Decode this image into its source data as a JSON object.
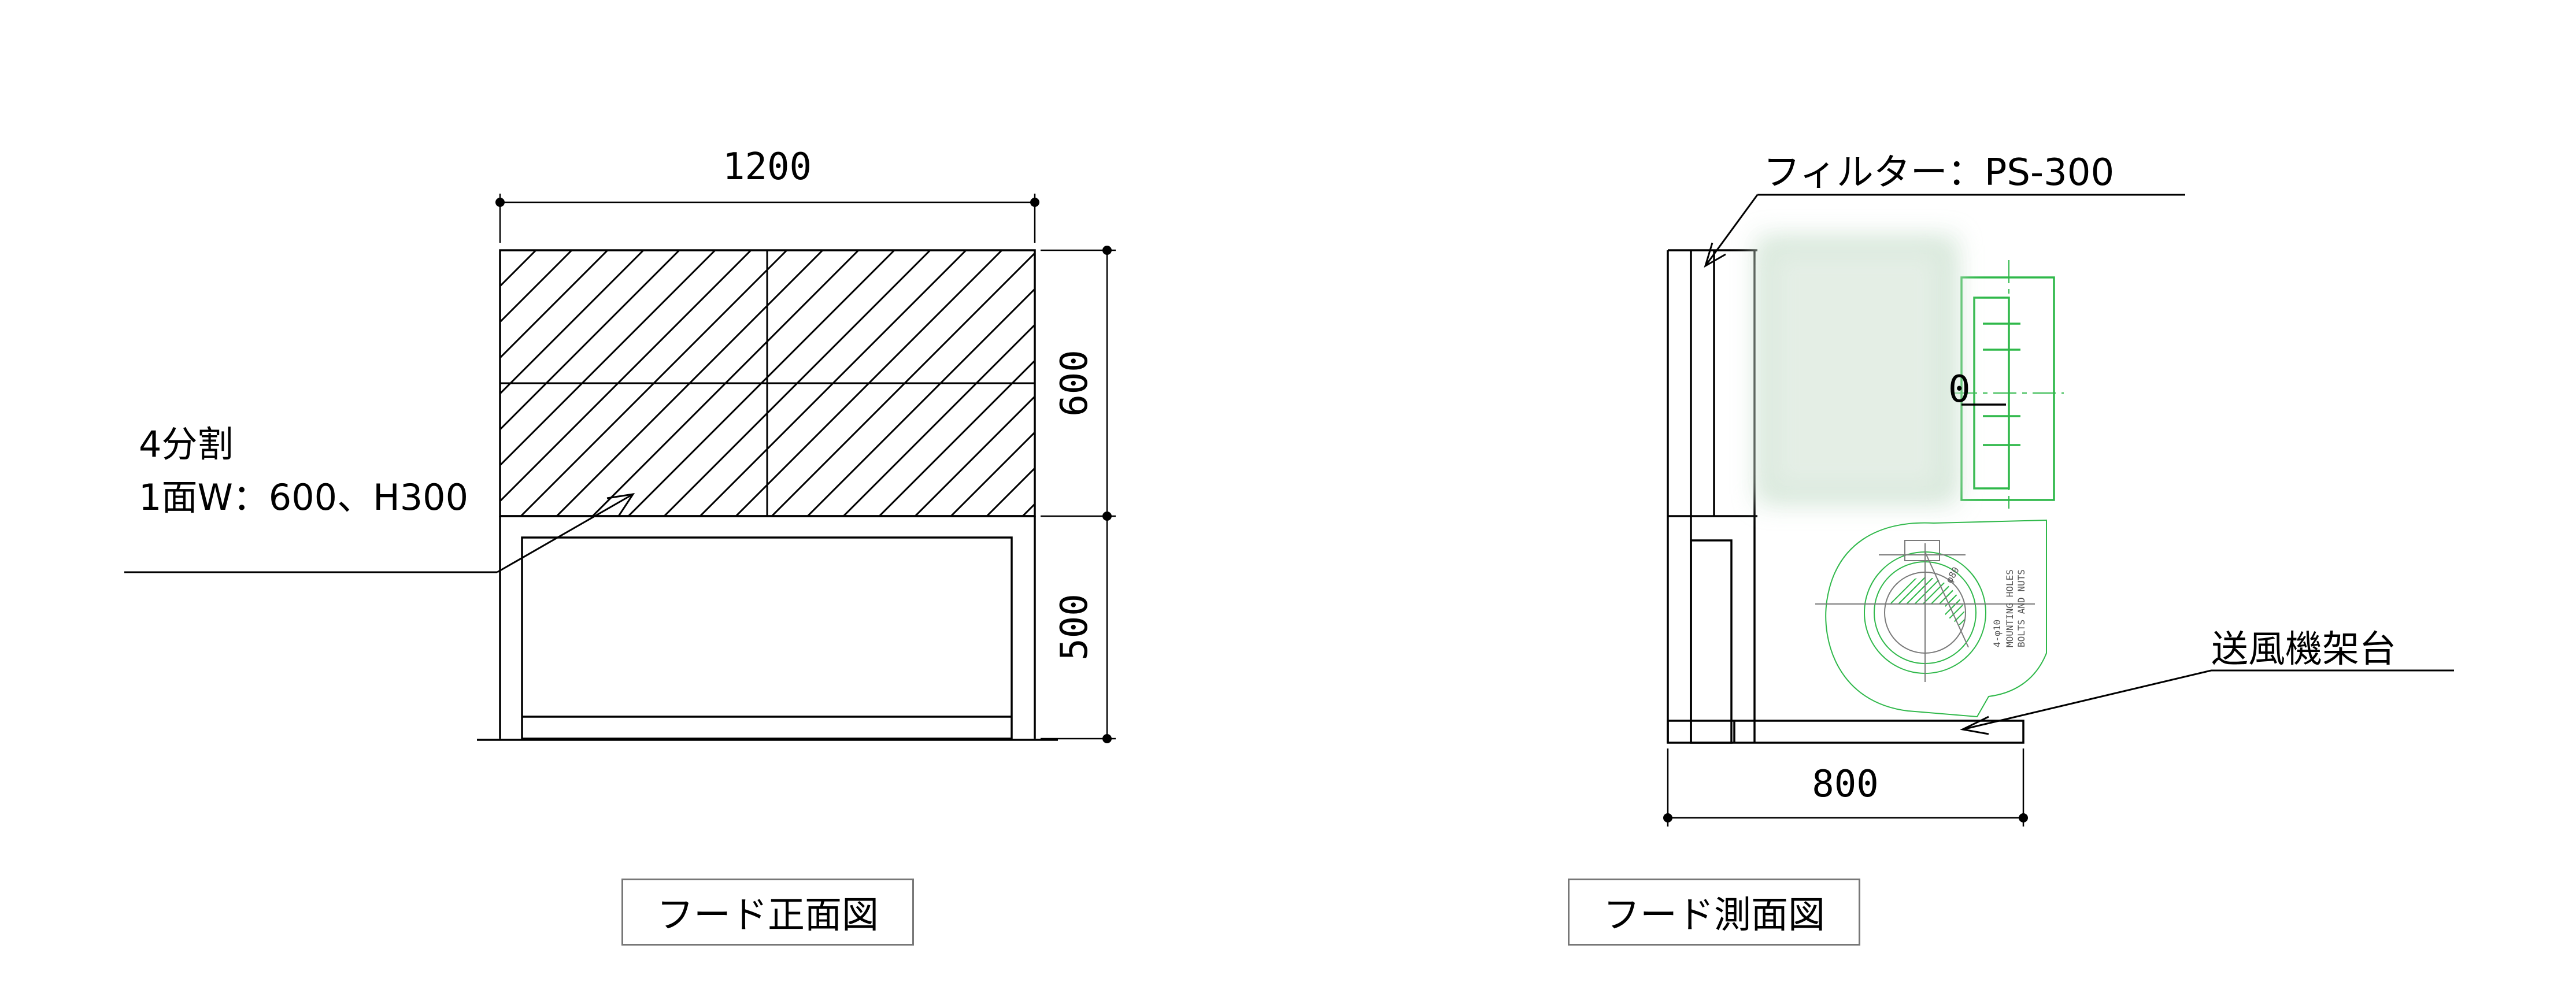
{
  "front_view": {
    "title": "フード正面図",
    "dim_width": "1200",
    "dim_upper_height": "600",
    "dim_lower_height": "500",
    "note_line1": "4分割",
    "note_line2": "1面W：600、H300"
  },
  "side_view": {
    "title": "フード測面図",
    "filter_label": "フィルター：PS-300",
    "stand_label": "送風機架台",
    "dim_depth": "800",
    "partial_label": "0",
    "fan_notes": [
      "4-φ10",
      "MOUNTING HOLES",
      "BOLTS AND NUTS",
      "φ80"
    ]
  },
  "colors": {
    "line": "#000000",
    "fan": "#2fb84a",
    "blur": "#cfe3d3"
  }
}
